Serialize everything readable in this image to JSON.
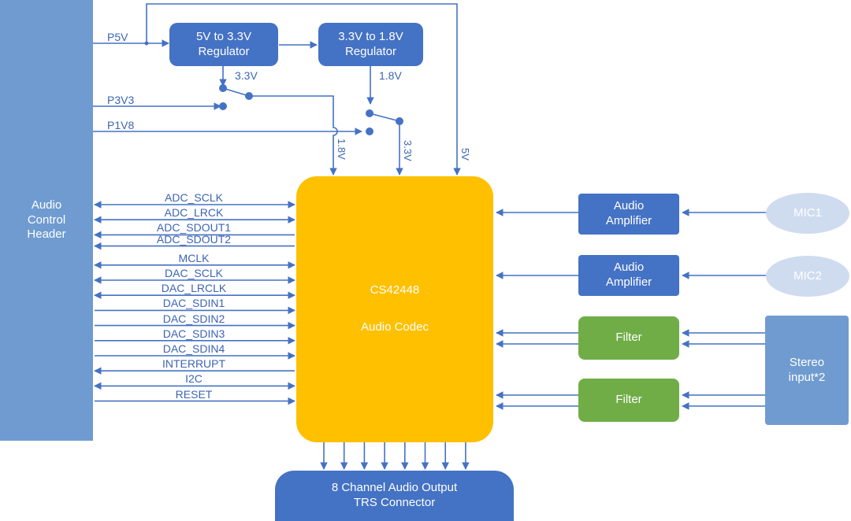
{
  "header": {
    "line1": "Audio",
    "line2": "Control",
    "line3": "Header"
  },
  "rails": {
    "p5v": "P5V",
    "p3v3": "P3V3",
    "p1v8": "P1V8"
  },
  "regulators": [
    {
      "line1": "5V to 3.3V",
      "line2": "Regulator"
    },
    {
      "line1": "3.3V to 1.8V",
      "line2": "Regulator"
    }
  ],
  "voltages": {
    "reg1_out": "3.3V",
    "reg2_out": "1.8V",
    "codec_1v8": "1.8V",
    "codec_3v3": "3.3V",
    "codec_5v": "5V"
  },
  "codec": {
    "part": "CS42448",
    "name": "Audio Codec"
  },
  "signals": [
    {
      "label": "ADC_SCLK",
      "dir": "both"
    },
    {
      "label": "ADC_LRCK",
      "dir": "both"
    },
    {
      "label": "ADC_SDOUT1",
      "dir": "left"
    },
    {
      "label": "ADC_SDOUT2",
      "dir": "left"
    },
    {
      "label": "MCLK",
      "dir": "both"
    },
    {
      "label": "DAC_SCLK",
      "dir": "both"
    },
    {
      "label": "DAC_LRCLK",
      "dir": "both"
    },
    {
      "label": "DAC_SDIN1",
      "dir": "right"
    },
    {
      "label": "DAC_SDIN2",
      "dir": "right"
    },
    {
      "label": "DAC_SDIN3",
      "dir": "right"
    },
    {
      "label": "DAC_SDIN4",
      "dir": "right"
    },
    {
      "label": "INTERRUPT",
      "dir": "left"
    },
    {
      "label": "I2C",
      "dir": "both"
    },
    {
      "label": "RESET",
      "dir": "right"
    }
  ],
  "amplifiers": [
    {
      "line1": "Audio",
      "line2": "Amplifier"
    },
    {
      "line1": "Audio",
      "line2": "Amplifier"
    }
  ],
  "mics": [
    "MIC1",
    "MIC2"
  ],
  "filters": [
    "Filter",
    "Filter"
  ],
  "stereo": {
    "line1": "Stereo",
    "line2": "input*2"
  },
  "output": {
    "line1": "8 Channel Audio Output",
    "line2": "TRS Connector"
  },
  "colors": {
    "wire": "#4472c4",
    "codec": "#ffc000",
    "block": "#4472c4",
    "header": "#6f9bd0",
    "filter": "#70ad47",
    "mic": "#cfdcef"
  }
}
